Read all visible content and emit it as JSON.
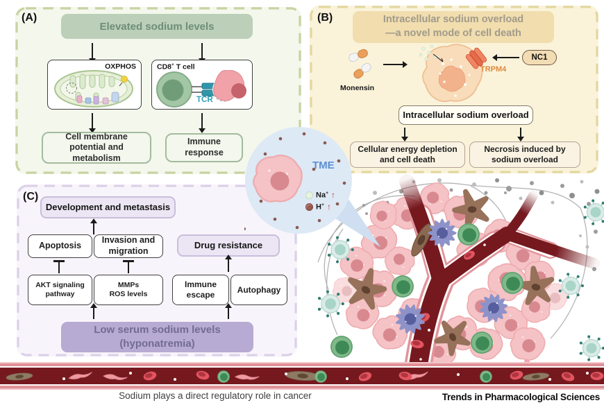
{
  "panelA": {
    "label": "(A)",
    "header": "Elevated sodium levels",
    "oxphos": "OXPHOS",
    "cd8_base": "CD8",
    "cd8_sup": "+",
    "cd8_rest": " T cell",
    "tcr": "TCR",
    "outcome_membrane": "Cell membrane potential and metabolism",
    "outcome_immune": "Immune response"
  },
  "panelB": {
    "label": "(B)",
    "header_line1": "Intracellular sodium overload",
    "header_line2": "—a novel mode of cell death",
    "monensin": "Monensin",
    "trpm4": "TRPM4",
    "nc1": "NC1",
    "overload": "Intracellular sodium overload",
    "outcome_energy": "Cellular energy depletion and cell death",
    "outcome_necrosis": "Necrosis induced by sodium overload"
  },
  "panelC": {
    "label": "(C)",
    "development": "Development and metastasis",
    "apoptosis": "Apoptosis",
    "invasion": "Invasion and migration",
    "drug_resistance": "Drug resistance",
    "akt": "AKT signaling pathway",
    "mmps_line1": "MMPs",
    "mmps_line2": "ROS levels",
    "immune_escape": "Immune escape",
    "autophagy": "Autophagy",
    "hypo_line1": "Low serum sodium levels",
    "hypo_line2": "(hyponatremia)"
  },
  "tme": {
    "label": "TME",
    "na_base": "Na",
    "na_sup": "+",
    "na_arrow": "↑",
    "h_base": "H",
    "h_sup": "+",
    "h_arrow": "↑"
  },
  "footer": {
    "caption": "Sodium plays a direct regulatory role in cancer",
    "journal": "Trends in Pharmacological Sciences"
  },
  "colors": {
    "panel_a_border": "#c9d2a2",
    "panel_a_bg": "#f4f7ec",
    "panel_a_header_bg": "#bccfb8",
    "panel_a_header_text": "#6d8d79",
    "panel_b_border": "#e3d7a0",
    "panel_b_bg": "#faf3da",
    "panel_b_header_bg": "#f1ddae",
    "panel_b_header_text": "#a19b8b",
    "panel_c_border": "#dcd1e8",
    "panel_c_bg": "#f8f4fb",
    "panel_c_header_bg": "#b7abd3",
    "panel_c_header_text": "#746b91",
    "purple_box_bg": "#ece6f4",
    "tcr_teal": "#31a0b5",
    "trpm4_orange": "#dd8a3e",
    "tme_blue": "#5b8fd4",
    "vessel_dark": "#75191f",
    "vessel_pink": "#e18f96",
    "legend_arrow_red": "#d4372b"
  }
}
